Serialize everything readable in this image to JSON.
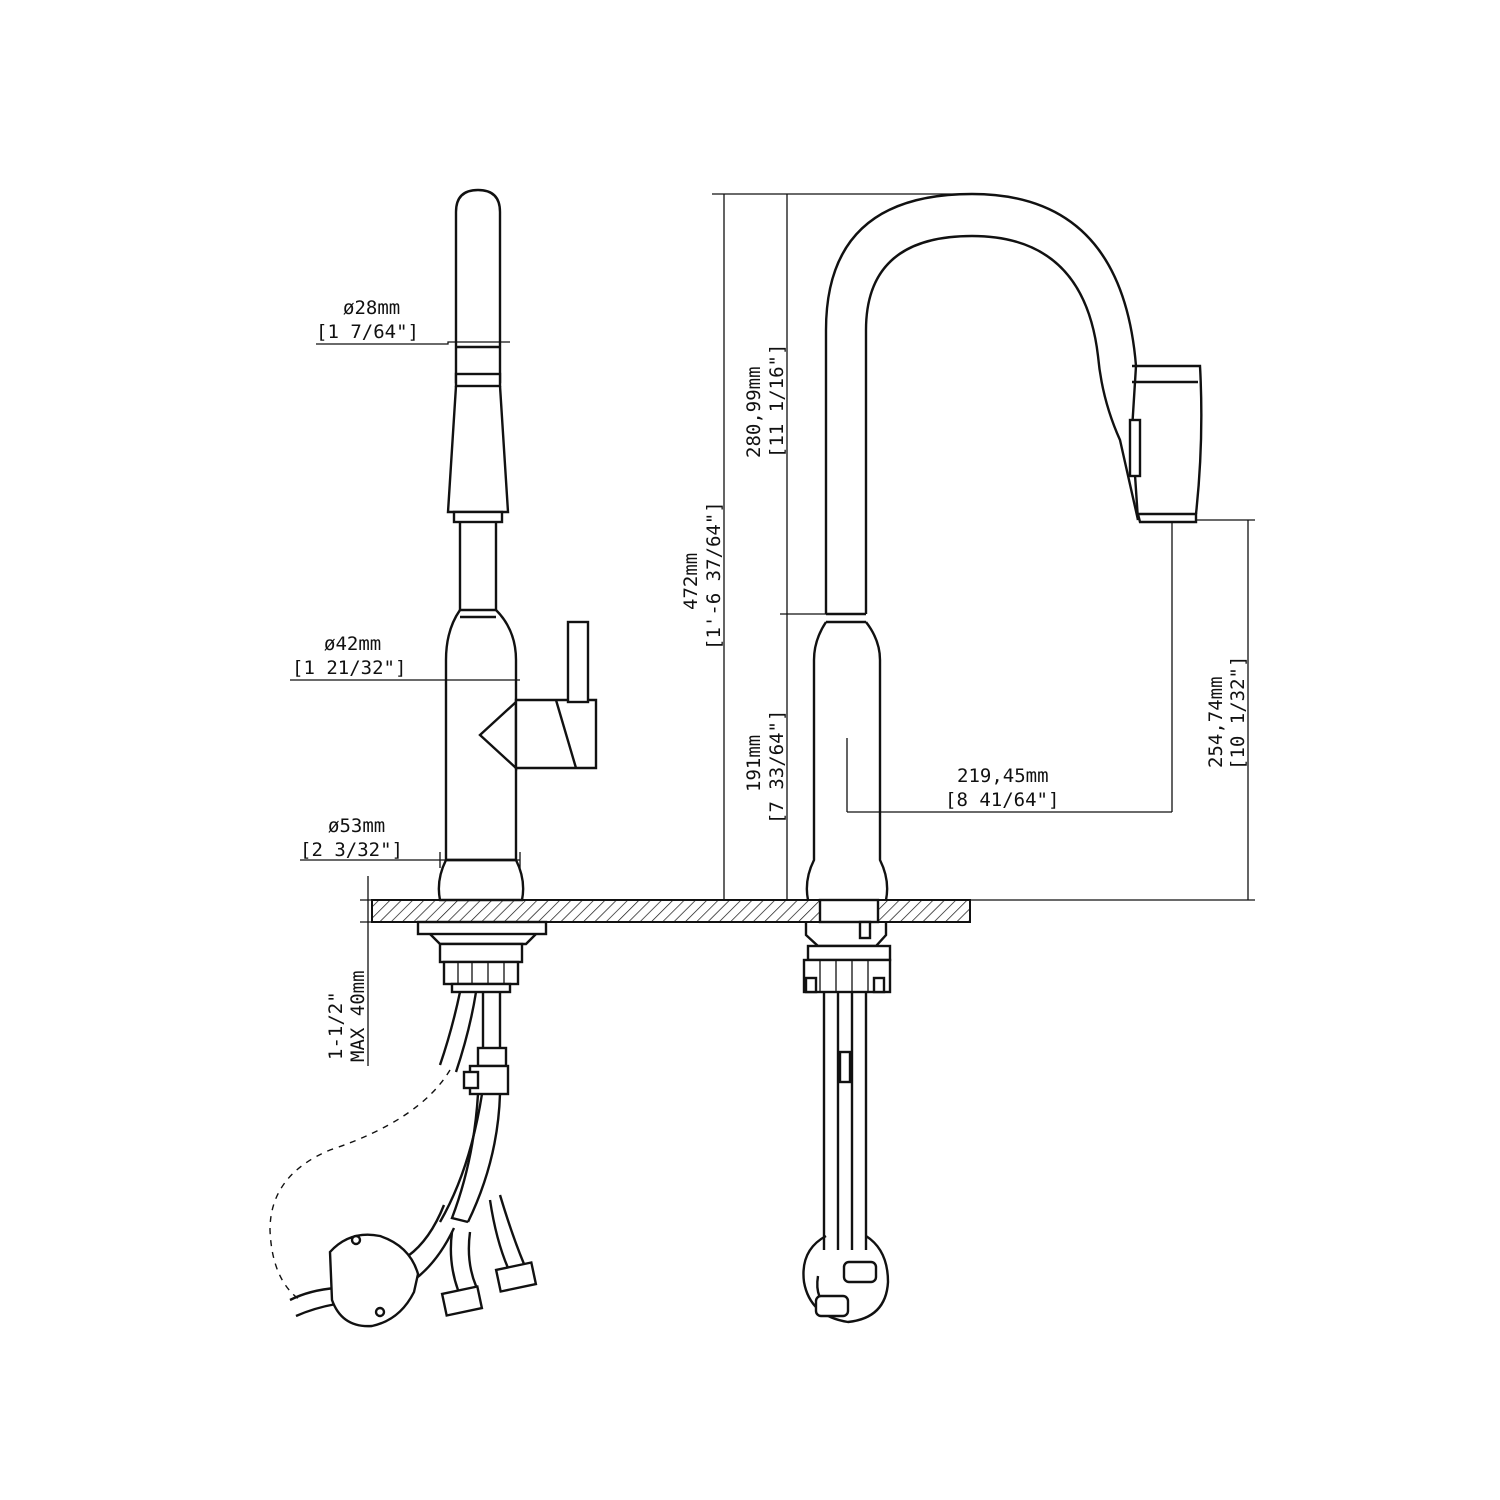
{
  "dimensions": {
    "spray_head_diameter": {
      "metric": "ø28mm",
      "imperial": "[1 7/64\"]"
    },
    "body_diameter": {
      "metric": "ø42mm",
      "imperial": "[1 21/32\"]"
    },
    "base_diameter": {
      "metric": "ø53mm",
      "imperial": "[2 3/32\"]"
    },
    "deck_thickness": {
      "imperial": "1-1/2\"",
      "metric": "MAX 40mm"
    },
    "total_height": {
      "metric": "472mm",
      "imperial": "[1'-6 37/64\"]"
    },
    "arc_height": {
      "metric": "280,99mm",
      "imperial": "[11 1/16\"]"
    },
    "body_height": {
      "metric": "191mm",
      "imperial": "[7 33/64\"]"
    },
    "spout_reach": {
      "metric": "219,45mm",
      "imperial": "[8 41/64\"]"
    },
    "spout_clearance": {
      "metric": "254,74mm",
      "imperial": "[10 1/32\"]"
    }
  }
}
